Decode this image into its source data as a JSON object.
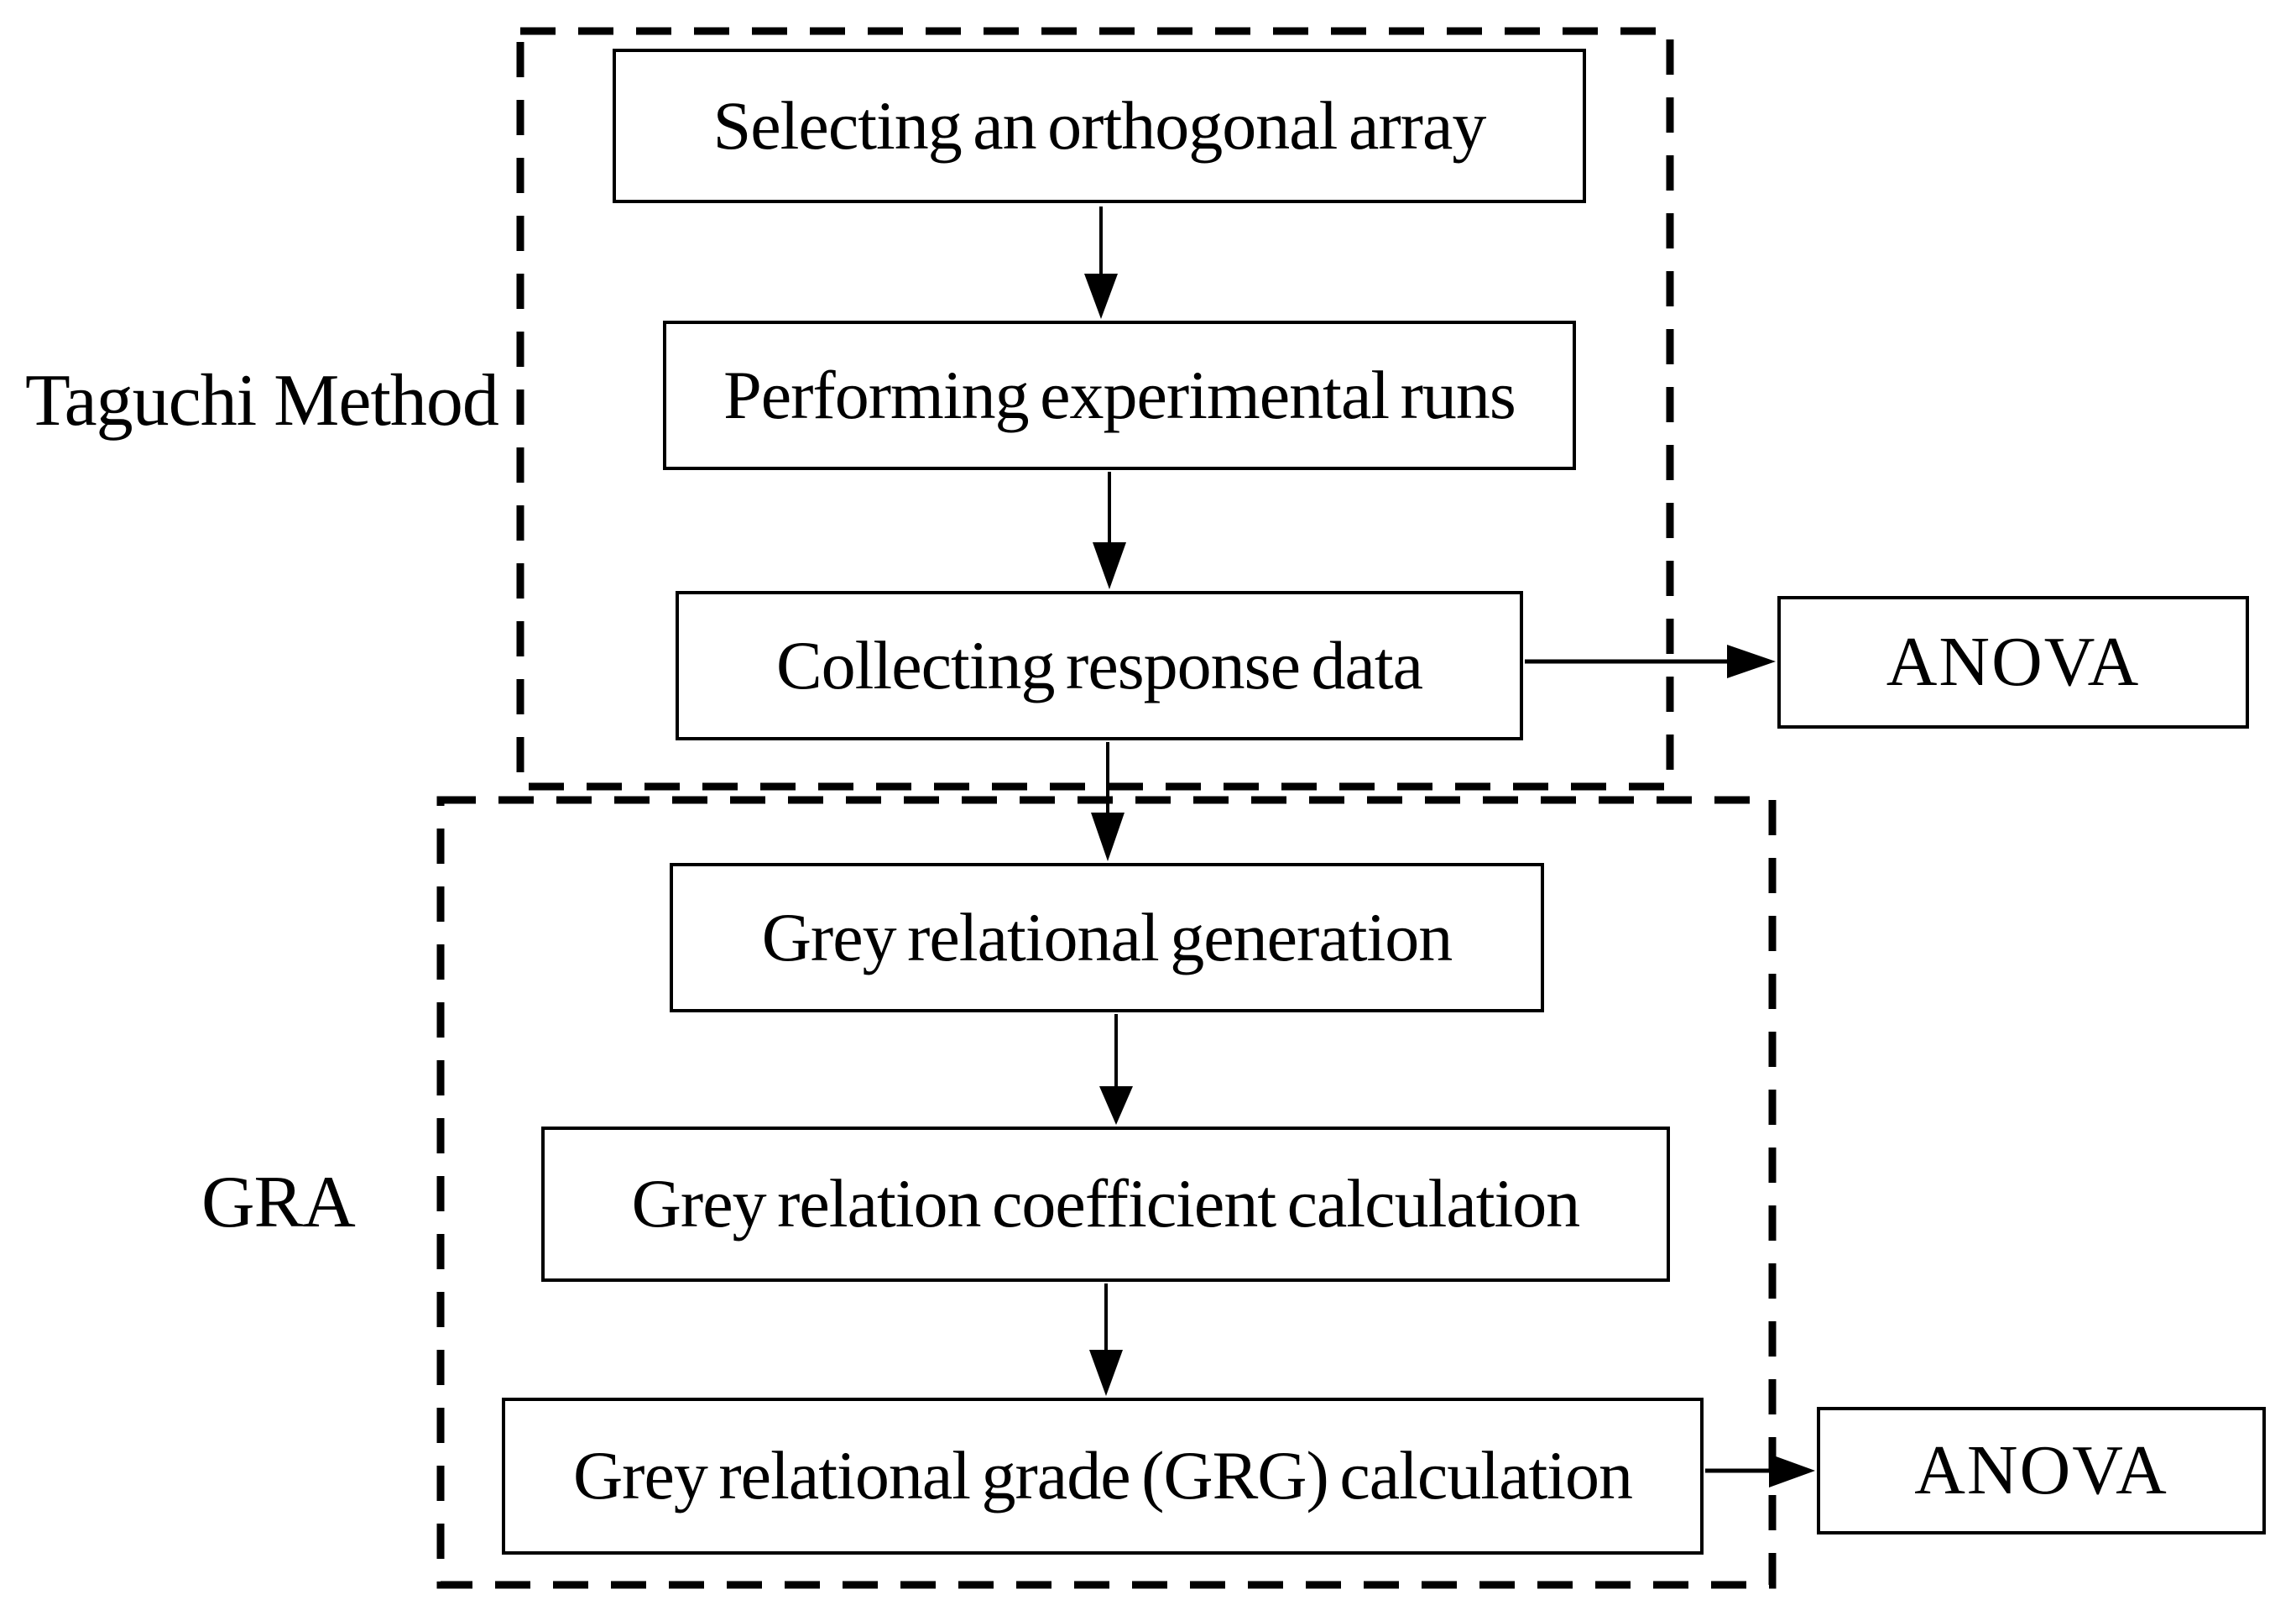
{
  "diagram": {
    "groups": [
      {
        "id": "taguchi",
        "label": "Taguchi Method"
      },
      {
        "id": "gra",
        "label": "GRA"
      }
    ],
    "nodes": [
      {
        "id": "select-array",
        "label": "Selecting an orthogonal array",
        "group": "taguchi"
      },
      {
        "id": "perform-runs",
        "label": "Performing experimental runs",
        "group": "taguchi"
      },
      {
        "id": "collect-data",
        "label": "Collecting response data",
        "group": "taguchi"
      },
      {
        "id": "grey-generation",
        "label": "Grey relational generation",
        "group": "gra"
      },
      {
        "id": "grey-coefficient",
        "label": "Grey relation coefficient calculation",
        "group": "gra"
      },
      {
        "id": "grey-grade",
        "label": "Grey relational grade (GRG) calculation",
        "group": "gra"
      },
      {
        "id": "anova-top",
        "label": "ANOVA",
        "group": ""
      },
      {
        "id": "anova-bottom",
        "label": "ANOVA",
        "group": ""
      }
    ],
    "edges": [
      {
        "from": "select-array",
        "to": "perform-runs"
      },
      {
        "from": "perform-runs",
        "to": "collect-data"
      },
      {
        "from": "collect-data",
        "to": "grey-generation"
      },
      {
        "from": "grey-generation",
        "to": "grey-coefficient"
      },
      {
        "from": "grey-coefficient",
        "to": "grey-grade"
      },
      {
        "from": "collect-data",
        "to": "anova-top"
      },
      {
        "from": "grey-grade",
        "to": "anova-bottom"
      }
    ],
    "colors": {
      "stroke": "#000000",
      "background": "#ffffff",
      "box_fill": "#ffffff"
    }
  }
}
